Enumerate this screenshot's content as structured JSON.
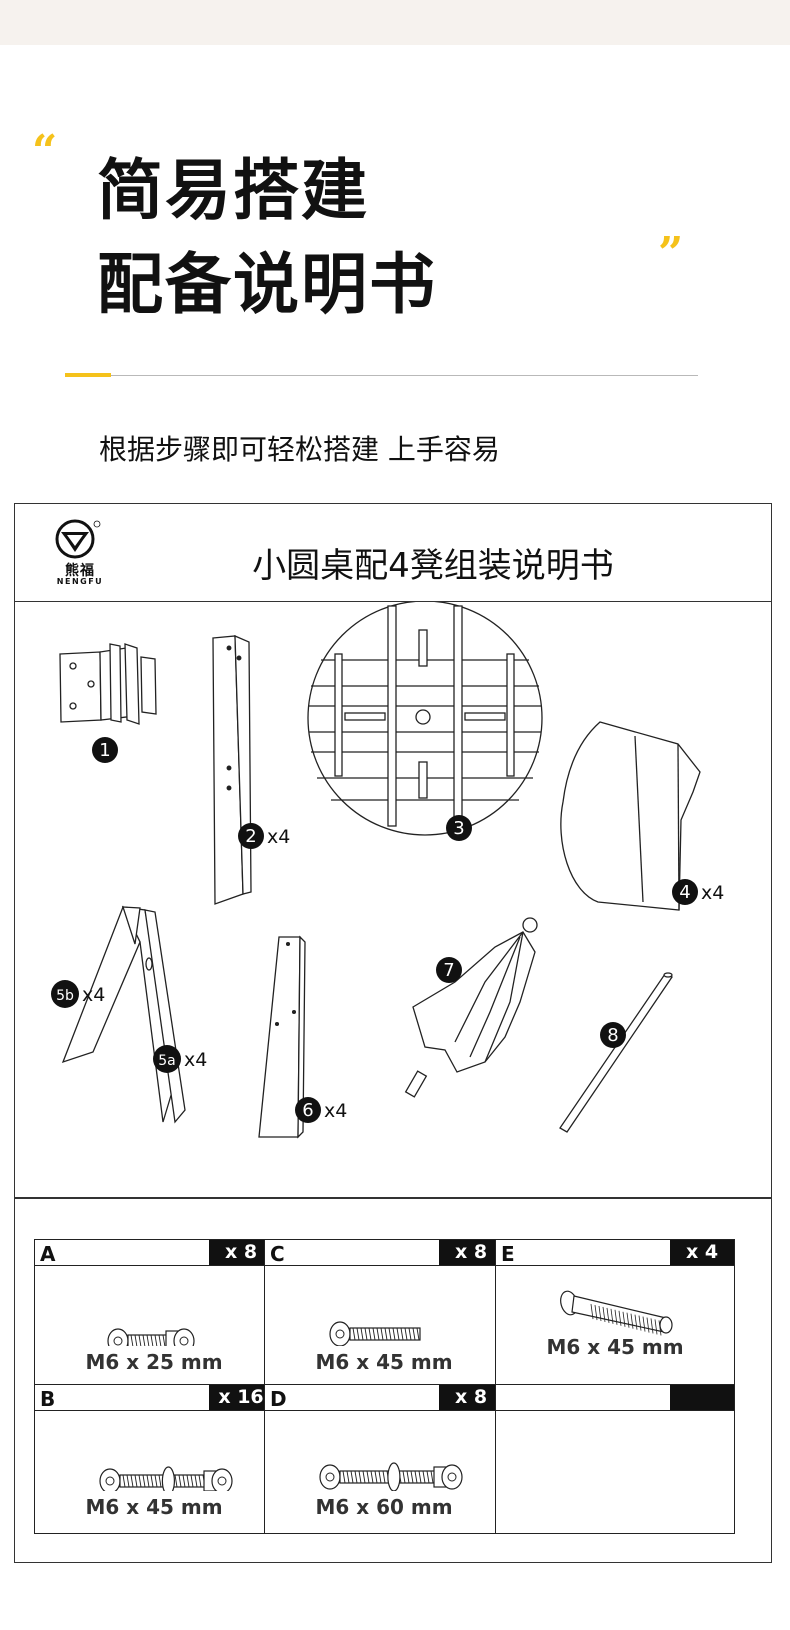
{
  "header": {
    "open_quote": "“",
    "close_quote": "”",
    "title_line1": "简易搭建",
    "title_line2": "配备说明书",
    "subtitle": "根据步骤即可轻松搭建 上手容易"
  },
  "colors": {
    "accent": "#f5c21b",
    "text": "#111111",
    "border": "#333333"
  },
  "manual": {
    "brand_cn": "熊福",
    "brand_en": "NENGFU",
    "brand_mark": "®",
    "title": "小圆桌配4凳组装说明书",
    "parts": [
      {
        "id": "1",
        "qty": ""
      },
      {
        "id": "2",
        "qty": "x4"
      },
      {
        "id": "3",
        "qty": ""
      },
      {
        "id": "4",
        "qty": "x4"
      },
      {
        "id": "5b",
        "qty": "x4"
      },
      {
        "id": "5a",
        "qty": "x4"
      },
      {
        "id": "6",
        "qty": "x4"
      },
      {
        "id": "7",
        "qty": ""
      },
      {
        "id": "8",
        "qty": ""
      }
    ],
    "hardware": [
      {
        "letter": "A",
        "qty": "x 8",
        "spec": "M6 x 25 mm"
      },
      {
        "letter": "C",
        "qty": "x 8",
        "spec": "M6 x 45 mm"
      },
      {
        "letter": "E",
        "qty": "x 4",
        "spec": "M6 x 45 mm"
      },
      {
        "letter": "B",
        "qty": "x 16",
        "spec": "M6 x 45 mm"
      },
      {
        "letter": "D",
        "qty": "x 8",
        "spec": "M6 x 60 mm"
      },
      {
        "letter": "",
        "qty": "",
        "spec": ""
      }
    ]
  }
}
